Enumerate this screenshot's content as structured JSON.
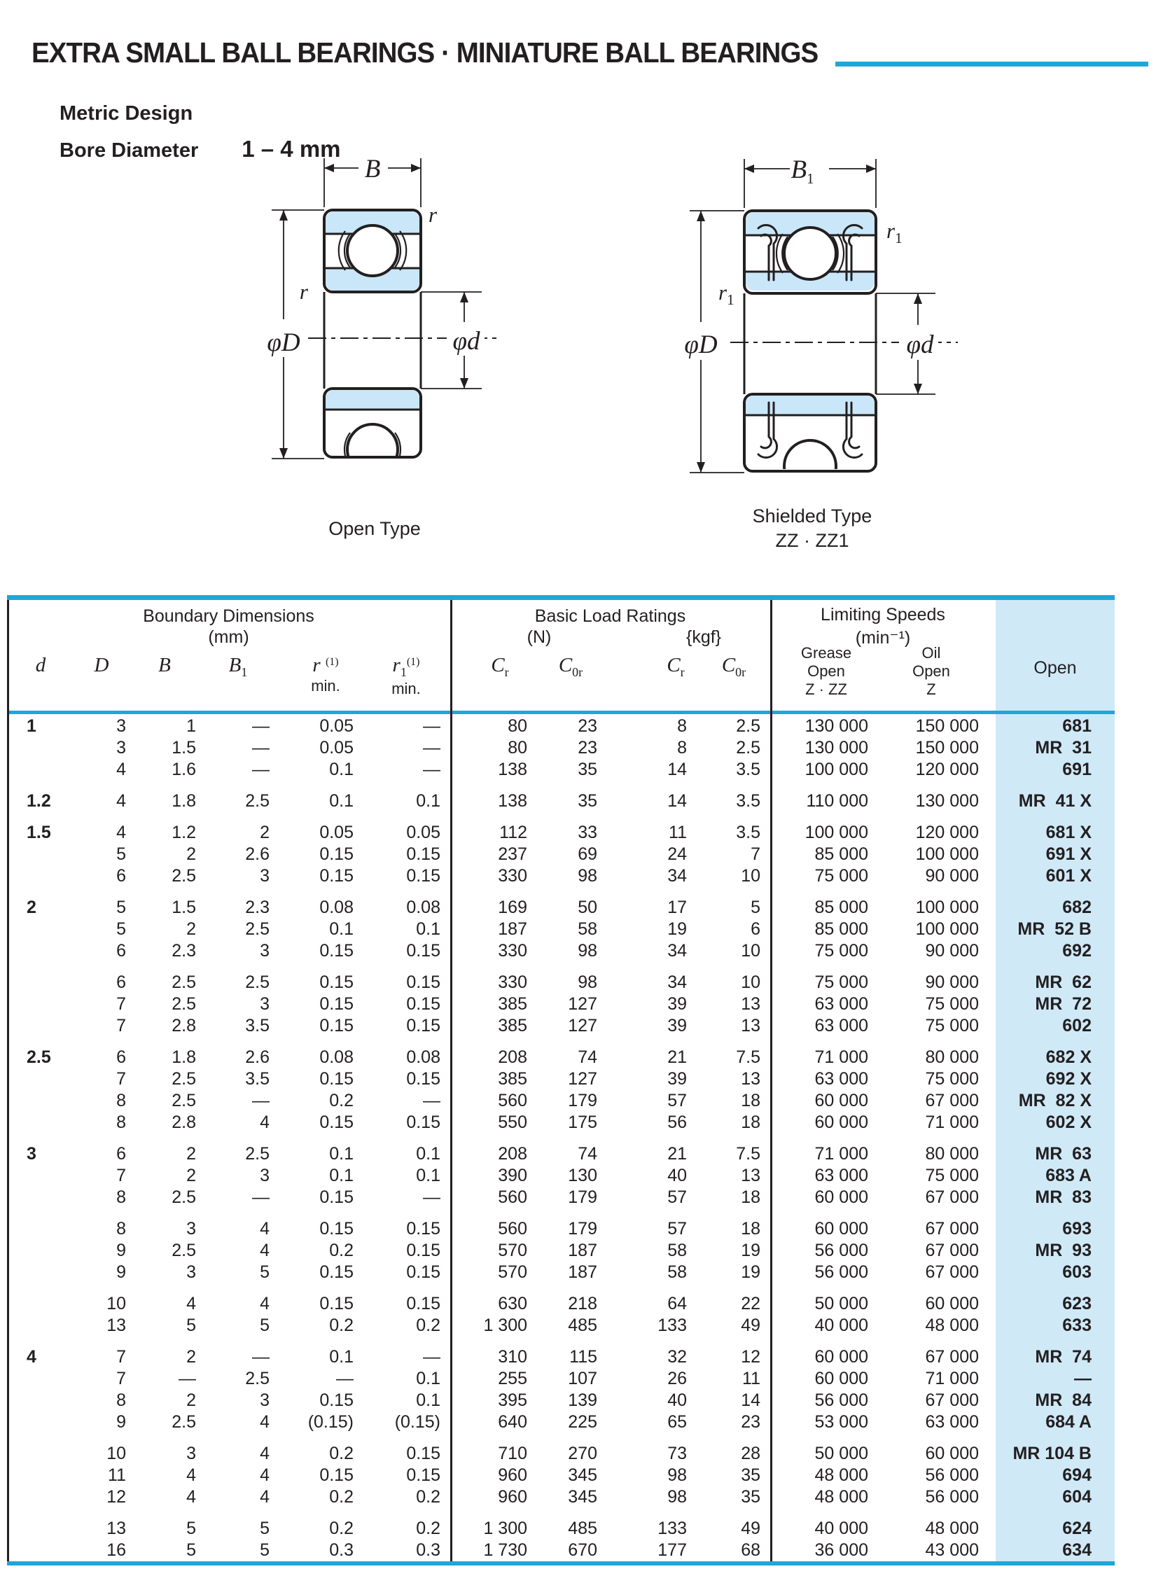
{
  "header": {
    "title": "EXTRA SMALL BALL BEARINGS · MINIATURE BALL BEARINGS",
    "subtitle1": "Metric Design",
    "subtitle2": "Bore Diameter",
    "bore_range": "1 – 4 mm"
  },
  "figures": {
    "open": {
      "caption": "Open Type",
      "b": "B",
      "phiD": "φD",
      "phid": "φd",
      "r": "r"
    },
    "shielded": {
      "caption1": "Shielded Type",
      "caption2": "ZZ · ZZ1",
      "b": "B",
      "b_sub": "1",
      "phiD": "φD",
      "phid": "φd",
      "r": "r",
      "r_sub": "1"
    }
  },
  "colors": {
    "accent_cyan": "#1ea7da",
    "light_blue": "#cfe9f7"
  },
  "table": {
    "groups_header": {
      "boundary1": "Boundary Dimensions",
      "boundary2": "(mm)",
      "load1": "Basic Load Ratings",
      "load_n": "(N)",
      "load_kgf": "{kgf}",
      "speeds1": "Limiting Speeds",
      "speeds2": "(min⁻¹)",
      "grease1": "Grease",
      "grease2": "Open",
      "grease3": "Z · ZZ",
      "oil1": "Oil",
      "oil2": "Open",
      "oil3": "Z",
      "open_col": "Open"
    },
    "symbols": {
      "d": "d",
      "D": "D",
      "B": "B",
      "B1": {
        "main": "B",
        "sub": "1"
      },
      "r": {
        "main": "r",
        "sup": "(1)",
        "min": "min."
      },
      "r1": {
        "main": "r",
        "sub": "1",
        "sup": "(1)",
        "min": "min."
      },
      "cr": {
        "main": "C",
        "sub": "r"
      },
      "c0r": {
        "main": "C",
        "sub": "0r"
      }
    },
    "groups": [
      {
        "d": "1",
        "rows": [
          [
            "3",
            "1",
            "—",
            "0.05",
            "—",
            "80",
            "23",
            "8",
            "2.5",
            "130 000",
            "150 000",
            "681"
          ],
          [
            "3",
            "1.5",
            "—",
            "0.05",
            "—",
            "80",
            "23",
            "8",
            "2.5",
            "130 000",
            "150 000",
            "MR  31"
          ],
          [
            "4",
            "1.6",
            "—",
            "0.1",
            "—",
            "138",
            "35",
            "14",
            "3.5",
            "100 000",
            "120 000",
            "691"
          ]
        ]
      },
      {
        "d": "1.2",
        "rows": [
          [
            "4",
            "1.8",
            "2.5",
            "0.1",
            "0.1",
            "138",
            "35",
            "14",
            "3.5",
            "110 000",
            "130 000",
            "MR  41 X"
          ]
        ]
      },
      {
        "d": "1.5",
        "rows": [
          [
            "4",
            "1.2",
            "2",
            "0.05",
            "0.05",
            "112",
            "33",
            "11",
            "3.5",
            "100 000",
            "120 000",
            "681 X"
          ],
          [
            "5",
            "2",
            "2.6",
            "0.15",
            "0.15",
            "237",
            "69",
            "24",
            "7",
            "85 000",
            "100 000",
            "691 X"
          ],
          [
            "6",
            "2.5",
            "3",
            "0.15",
            "0.15",
            "330",
            "98",
            "34",
            "10",
            "75 000",
            "90 000",
            "601 X"
          ]
        ]
      },
      {
        "d": "2",
        "rows": [
          [
            "5",
            "1.5",
            "2.3",
            "0.08",
            "0.08",
            "169",
            "50",
            "17",
            "5",
            "85 000",
            "100 000",
            "682"
          ],
          [
            "5",
            "2",
            "2.5",
            "0.1",
            "0.1",
            "187",
            "58",
            "19",
            "6",
            "85 000",
            "100 000",
            "MR  52 B"
          ],
          [
            "6",
            "2.3",
            "3",
            "0.15",
            "0.15",
            "330",
            "98",
            "34",
            "10",
            "75 000",
            "90 000",
            "692"
          ]
        ]
      },
      {
        "d": "",
        "rows": [
          [
            "6",
            "2.5",
            "2.5",
            "0.15",
            "0.15",
            "330",
            "98",
            "34",
            "10",
            "75 000",
            "90 000",
            "MR  62"
          ],
          [
            "7",
            "2.5",
            "3",
            "0.15",
            "0.15",
            "385",
            "127",
            "39",
            "13",
            "63 000",
            "75 000",
            "MR  72"
          ],
          [
            "7",
            "2.8",
            "3.5",
            "0.15",
            "0.15",
            "385",
            "127",
            "39",
            "13",
            "63 000",
            "75 000",
            "602"
          ]
        ]
      },
      {
        "d": "2.5",
        "rows": [
          [
            "6",
            "1.8",
            "2.6",
            "0.08",
            "0.08",
            "208",
            "74",
            "21",
            "7.5",
            "71 000",
            "80 000",
            "682 X"
          ],
          [
            "7",
            "2.5",
            "3.5",
            "0.15",
            "0.15",
            "385",
            "127",
            "39",
            "13",
            "63 000",
            "75 000",
            "692 X"
          ],
          [
            "8",
            "2.5",
            "—",
            "0.2",
            "—",
            "560",
            "179",
            "57",
            "18",
            "60 000",
            "67 000",
            "MR  82 X"
          ],
          [
            "8",
            "2.8",
            "4",
            "0.15",
            "0.15",
            "550",
            "175",
            "56",
            "18",
            "60 000",
            "71 000",
            "602 X"
          ]
        ]
      },
      {
        "d": "3",
        "rows": [
          [
            "6",
            "2",
            "2.5",
            "0.1",
            "0.1",
            "208",
            "74",
            "21",
            "7.5",
            "71 000",
            "80 000",
            "MR  63"
          ],
          [
            "7",
            "2",
            "3",
            "0.1",
            "0.1",
            "390",
            "130",
            "40",
            "13",
            "63 000",
            "75 000",
            "683 A"
          ],
          [
            "8",
            "2.5",
            "—",
            "0.15",
            "—",
            "560",
            "179",
            "57",
            "18",
            "60 000",
            "67 000",
            "MR  83"
          ]
        ]
      },
      {
        "d": "",
        "rows": [
          [
            "8",
            "3",
            "4",
            "0.15",
            "0.15",
            "560",
            "179",
            "57",
            "18",
            "60 000",
            "67 000",
            "693"
          ],
          [
            "9",
            "2.5",
            "4",
            "0.2",
            "0.15",
            "570",
            "187",
            "58",
            "19",
            "56 000",
            "67 000",
            "MR  93"
          ],
          [
            "9",
            "3",
            "5",
            "0.15",
            "0.15",
            "570",
            "187",
            "58",
            "19",
            "56 000",
            "67 000",
            "603"
          ]
        ]
      },
      {
        "d": "",
        "rows": [
          [
            "10",
            "4",
            "4",
            "0.15",
            "0.15",
            "630",
            "218",
            "64",
            "22",
            "50 000",
            "60 000",
            "623"
          ],
          [
            "13",
            "5",
            "5",
            "0.2",
            "0.2",
            "1 300",
            "485",
            "133",
            "49",
            "40 000",
            "48 000",
            "633"
          ]
        ]
      },
      {
        "d": "4",
        "rows": [
          [
            "7",
            "2",
            "—",
            "0.1",
            "—",
            "310",
            "115",
            "32",
            "12",
            "60 000",
            "67 000",
            "MR  74"
          ],
          [
            "7",
            "—",
            "2.5",
            "—",
            "0.1",
            "255",
            "107",
            "26",
            "11",
            "60 000",
            "71 000",
            "—"
          ],
          [
            "8",
            "2",
            "3",
            "0.15",
            "0.1",
            "395",
            "139",
            "40",
            "14",
            "56 000",
            "67 000",
            "MR  84"
          ],
          [
            "9",
            "2.5",
            "4",
            "(0.15)",
            "(0.15)",
            "640",
            "225",
            "65",
            "23",
            "53 000",
            "63 000",
            "684 A"
          ]
        ]
      },
      {
        "d": "",
        "rows": [
          [
            "10",
            "3",
            "4",
            "0.2",
            "0.15",
            "710",
            "270",
            "73",
            "28",
            "50 000",
            "60 000",
            "MR 104 B"
          ],
          [
            "11",
            "4",
            "4",
            "0.15",
            "0.15",
            "960",
            "345",
            "98",
            "35",
            "48 000",
            "56 000",
            "694"
          ],
          [
            "12",
            "4",
            "4",
            "0.2",
            "0.2",
            "960",
            "345",
            "98",
            "35",
            "48 000",
            "56 000",
            "604"
          ]
        ]
      },
      {
        "d": "",
        "rows": [
          [
            "13",
            "5",
            "5",
            "0.2",
            "0.2",
            "1 300",
            "485",
            "133",
            "49",
            "40 000",
            "48 000",
            "624"
          ],
          [
            "16",
            "5",
            "5",
            "0.3",
            "0.3",
            "1 730",
            "670",
            "177",
            "68",
            "36 000",
            "43 000",
            "634"
          ]
        ]
      }
    ]
  }
}
